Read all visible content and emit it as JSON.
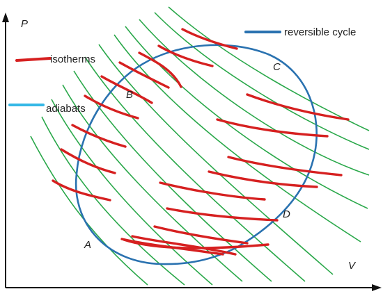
{
  "axes": {
    "x_label": "V",
    "y_label": "P"
  },
  "legend": {
    "isotherms": "isotherms",
    "adiabats": "adiabats",
    "cycle": "reversible cycle"
  },
  "points": {
    "A": "A",
    "B": "B",
    "C": "C",
    "D": "D"
  },
  "colors": {
    "isotherm": "#d62020",
    "adiabat": "#2aa84a",
    "cycle": "#2a72b0",
    "adiabat_legend": "#35b8e6",
    "axis": "#111111"
  }
}
